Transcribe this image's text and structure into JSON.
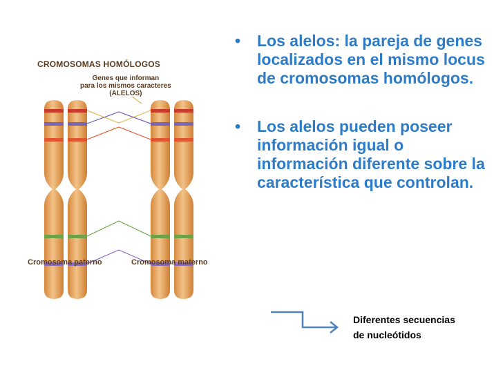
{
  "figure": {
    "title": "CROMOSOMAS  HOMÓLOGOS",
    "subtitle_lines": [
      "Genes que informan",
      "para los mismos caracteres",
      "(ALELOS)"
    ],
    "caption_left": "Cromosoma paterno",
    "caption_right": "Cromosoma materno"
  },
  "bullets": [
    {
      "marker": "•",
      "text": "Los alelos: la pareja de genes localizados en el mismo locus de cromosomas homólogos."
    },
    {
      "marker": "•",
      "text": "Los alelos pueden poseer información igual o información diferente sobre la característica  que controlan."
    }
  ],
  "note": {
    "line1": "Diferentes secuencias",
    "line2": "de nucleótidos"
  },
  "colors": {
    "bullet_text": "#2e7cc7",
    "arrow": "#4f81bd",
    "chromosome": "#e9a35b"
  }
}
